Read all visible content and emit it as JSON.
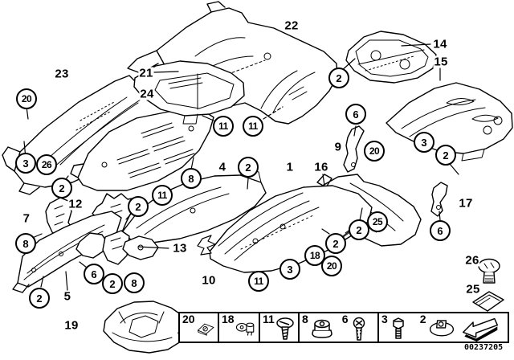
{
  "diagram": {
    "doc_number": "00237205",
    "colors": {
      "background": "#ffffff",
      "line": "#000000"
    },
    "part_labels": [
      {
        "text": "23"
      },
      {
        "text": "21"
      },
      {
        "text": "24"
      },
      {
        "text": "22"
      },
      {
        "text": "14"
      },
      {
        "text": "15"
      },
      {
        "text": "9"
      },
      {
        "text": "16"
      },
      {
        "text": "1"
      },
      {
        "text": "4"
      },
      {
        "text": "12"
      },
      {
        "text": "7"
      },
      {
        "text": "5"
      },
      {
        "text": "13"
      },
      {
        "text": "19"
      },
      {
        "text": "10"
      },
      {
        "text": "17"
      },
      {
        "text": "26"
      },
      {
        "text": "25"
      }
    ],
    "callouts": [
      {
        "text": "20"
      },
      {
        "text": "3"
      },
      {
        "text": "26"
      },
      {
        "text": "2"
      },
      {
        "text": "8"
      },
      {
        "text": "2"
      },
      {
        "text": "11"
      },
      {
        "text": "8"
      },
      {
        "text": "11"
      },
      {
        "text": "11"
      },
      {
        "text": "2"
      },
      {
        "text": "2"
      },
      {
        "text": "6"
      },
      {
        "text": "20"
      },
      {
        "text": "3"
      },
      {
        "text": "2"
      },
      {
        "text": "2"
      },
      {
        "text": "25"
      },
      {
        "text": "6"
      },
      {
        "text": "2"
      },
      {
        "text": "18"
      },
      {
        "text": "20"
      },
      {
        "text": "3"
      },
      {
        "text": "11"
      },
      {
        "text": "6"
      },
      {
        "text": "2"
      },
      {
        "text": "8"
      },
      {
        "text": "2"
      }
    ],
    "legend": {
      "cells": [
        {
          "number": "20",
          "icon": "insulation-pad-icon"
        },
        {
          "number": "18",
          "icon": "clip-icon"
        },
        {
          "number": "11",
          "icon": "screw-icon"
        },
        {
          "number": "8",
          "icon": "grommet-nut-icon"
        },
        {
          "number": "6",
          "icon": "machine-screw-icon"
        },
        {
          "number": "3",
          "icon": "bolt-icon"
        },
        {
          "number": "2",
          "icon": "speed-nut-icon"
        }
      ],
      "back_arrow_icon": "back-arrow-icon"
    }
  }
}
